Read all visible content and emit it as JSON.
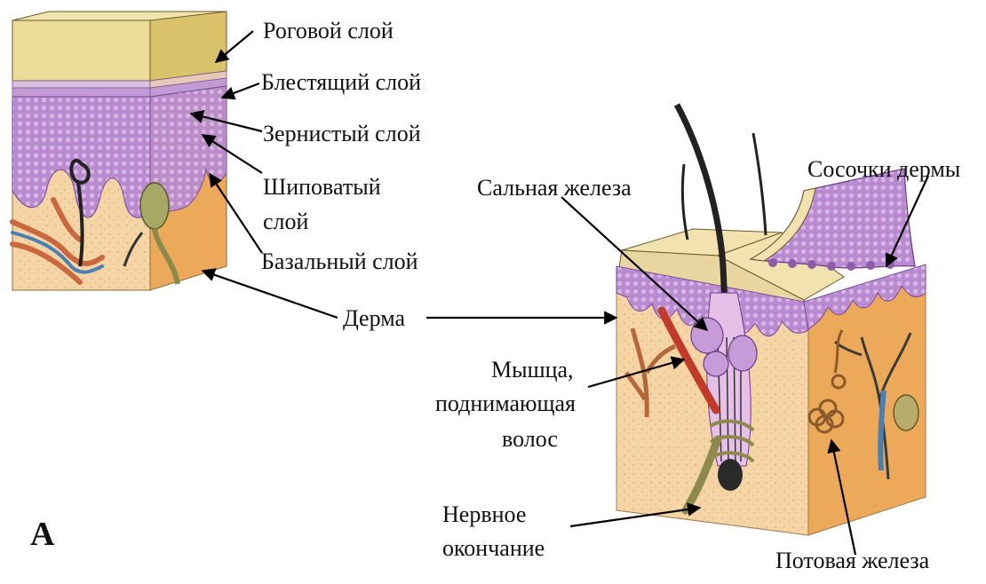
{
  "panel_letter": "А",
  "labels": {
    "stratum_corneum": "Роговой слой",
    "stratum_lucidum": "Блестящий слой",
    "stratum_granulosum": "Зернистый  слой",
    "stratum_spinosum_1": "Шиповатый",
    "stratum_spinosum_2": "слой",
    "stratum_basale": "Базальный слой",
    "dermis": "Дерма",
    "dermal_papillae": "Сосочки дермы",
    "sebaceous_gland": "Сальная железа",
    "arrector_muscle_1": "Мышца,",
    "arrector_muscle_2": "поднимающая",
    "arrector_muscle_3": "волос",
    "nerve_ending_1": "Нервное",
    "nerve_ending_2": "окончание",
    "sweat_gland": "Потовая железа"
  },
  "colors": {
    "corneum": "#ecdc98",
    "corneum_side": "#d9c26a",
    "epidermis_purple": "#b98ad0",
    "epidermis_dark": "#8e5ca8",
    "dermis": "#f6d6a8",
    "dermis_dark": "#eaa85a",
    "vessel_blue": "#4a7fb6",
    "vessel_red": "#c9683d",
    "arrow": "#000000"
  }
}
